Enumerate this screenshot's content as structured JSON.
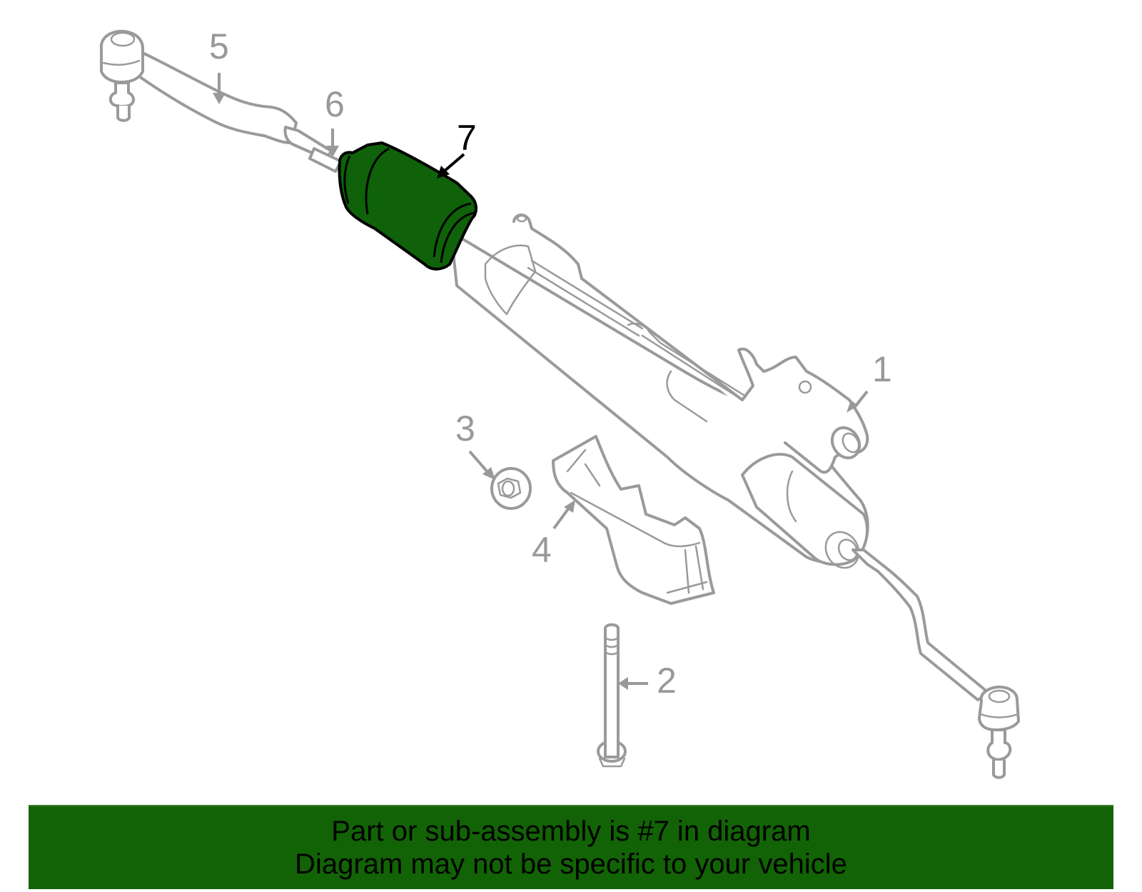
{
  "diagram": {
    "title": "Steering gear assembly exploded diagram",
    "highlighted_part": "7",
    "highlight_color": "#0f6209",
    "line_color": "#9a9a9a",
    "callouts": [
      {
        "id": "1",
        "label": "1"
      },
      {
        "id": "2",
        "label": "2"
      },
      {
        "id": "3",
        "label": "3"
      },
      {
        "id": "4",
        "label": "4"
      },
      {
        "id": "5",
        "label": "5"
      },
      {
        "id": "6",
        "label": "6"
      },
      {
        "id": "7",
        "label": "7"
      }
    ]
  },
  "banner": {
    "line1": "Part or sub-assembly is #7 in diagram",
    "line2": "Diagram may not be specific to your vehicle",
    "background": "#126305"
  }
}
